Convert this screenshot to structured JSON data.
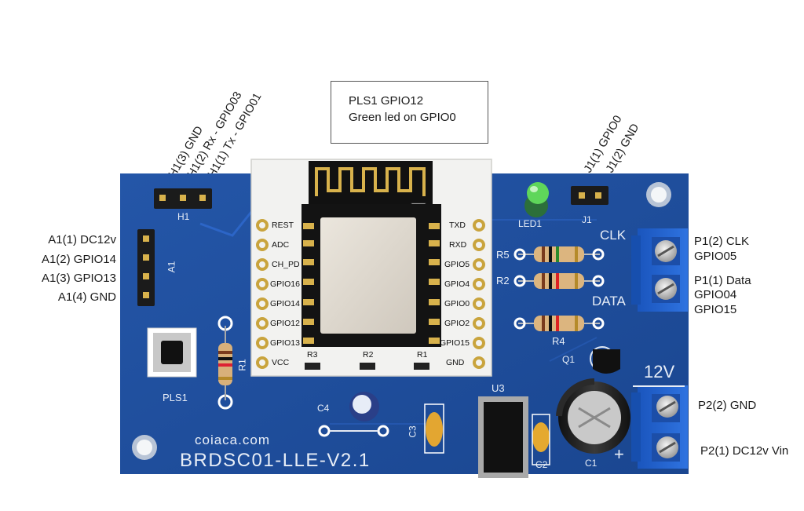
{
  "note": {
    "line1": "PLS1 GPIO12",
    "line2": "Green led on GPIO0"
  },
  "header_h1": {
    "h1_3": "H1(3) GND",
    "h1_2": "H1(2) Rx  - GPIO03",
    "h1_1": "H1(1) Tx  - GPIO01"
  },
  "header_j1": {
    "j1_1": "J1(1) GPIO0",
    "j1_2": "J1(2) GND"
  },
  "left_labels": {
    "a1_1": "A1(1) DC12v",
    "a1_2": "A1(2) GPIO14",
    "a1_3": "A1(3) GPIO13",
    "a1_4": "A1(4) GND"
  },
  "right_labels": {
    "p1_2": "P1(2) CLK",
    "p1_2b": "GPIO05",
    "p1_1": "P1(1) Data",
    "p1_1b": "GPIO04",
    "p1_1c": "GPIO15",
    "p2_2": "P2(2) GND",
    "p2_1": "P2(1) DC12v Vin"
  },
  "silkscreen": {
    "h1": "H1",
    "a1": "A1",
    "led1": "LED1",
    "j1": "J1",
    "clk": "CLK",
    "data": "DATA",
    "v12": "12V",
    "r5": "R5",
    "r2": "R2",
    "r4": "R4",
    "q1": "Q1",
    "r1": "R1",
    "pls1": "PLS1",
    "c4": "C4",
    "c3": "C3",
    "u3": "U3",
    "c2": "C2",
    "c1": "C1",
    "plus": "+",
    "brand": "coiaca.com",
    "board_id": "BRDSC01-LLE-V2.1"
  },
  "module_pins_left": [
    "REST",
    "ADC",
    "CH_PD",
    "GPIO16",
    "GPIO14",
    "GPIO12",
    "GPIO13",
    "VCC"
  ],
  "module_pins_right": [
    "TXD",
    "RXD",
    "GPIO5",
    "GPIO4",
    "GPIO0",
    "GPIO2",
    "GPIO15",
    "GND"
  ],
  "module_bottom": {
    "r3": "R3",
    "r2": "R2",
    "r1": "R1"
  },
  "colors": {
    "pcb": "#1f4f9c",
    "pcb_dark": "#173e80",
    "terminal": "#1c5cc7",
    "led": "#52d34a",
    "module_white": "#f2f2f0"
  }
}
